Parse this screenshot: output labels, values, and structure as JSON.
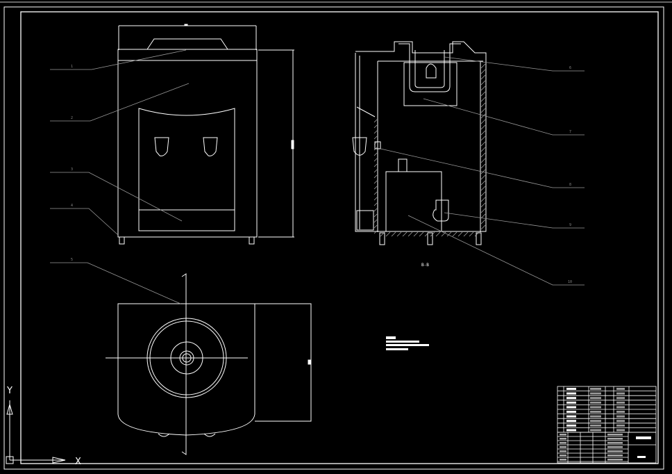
{
  "window": {
    "background": "#000000",
    "line_color": "#ffffff",
    "leader_color": "#9a9a9a",
    "hatch_color": "#b0b0b0"
  },
  "ucs": {
    "x_label": "X",
    "y_label": "Y"
  },
  "callouts_front": [
    "1",
    "2",
    "3",
    "4"
  ],
  "callouts_top": [
    "5"
  ],
  "callouts_side": [
    "6",
    "7",
    "8",
    "9",
    "10"
  ],
  "section_label": "B-B",
  "title_block": {
    "parts_rows": 10
  }
}
